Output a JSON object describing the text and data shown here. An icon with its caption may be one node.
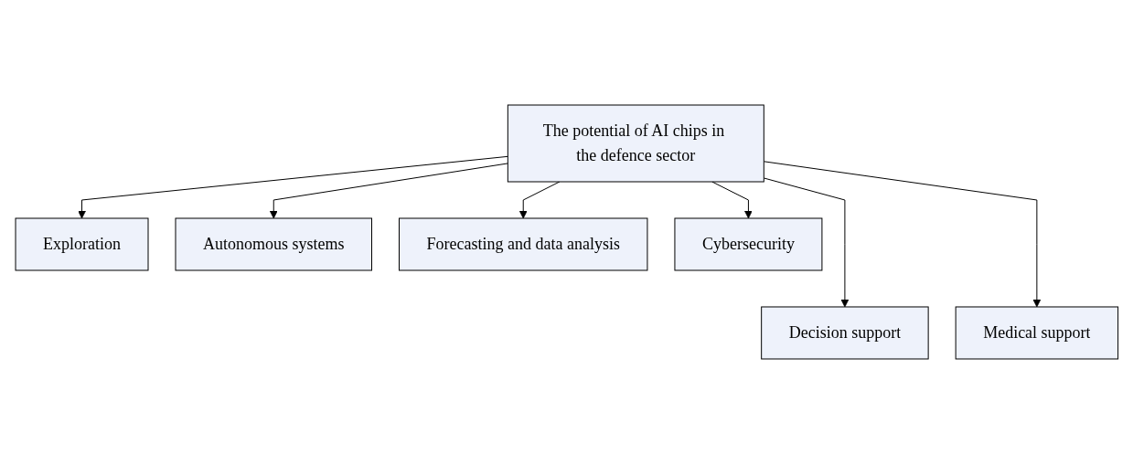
{
  "diagram": {
    "nodes": [
      {
        "text": [
          "The potential of AI chips in the defence sector"
        ]
      },
      {
        "text": [
          "Exploration"
        ]
      },
      {
        "text": [
          "Autonomous systems"
        ]
      },
      {
        "text": [
          "Forecasting and data analysis"
        ]
      },
      {
        "text": [
          "Cybersecurity"
        ]
      },
      {
        "text": [
          "Decision support"
        ]
      },
      {
        "text": [
          "Medical support"
        ]
      }
    ],
    "edges": [
      {
        "from": 0,
        "to": 1,
        "arrow": "to"
      },
      {
        "from": 0,
        "to": 5,
        "arrow": "to"
      },
      {
        "from": 0,
        "to": 2,
        "arrow": "to"
      },
      {
        "from": 0,
        "to": 3,
        "arrow": "to"
      },
      {
        "from": 0,
        "to": 6,
        "arrow": "to"
      },
      {
        "from": 0,
        "to": 4,
        "arrow": "to"
      }
    ]
  }
}
